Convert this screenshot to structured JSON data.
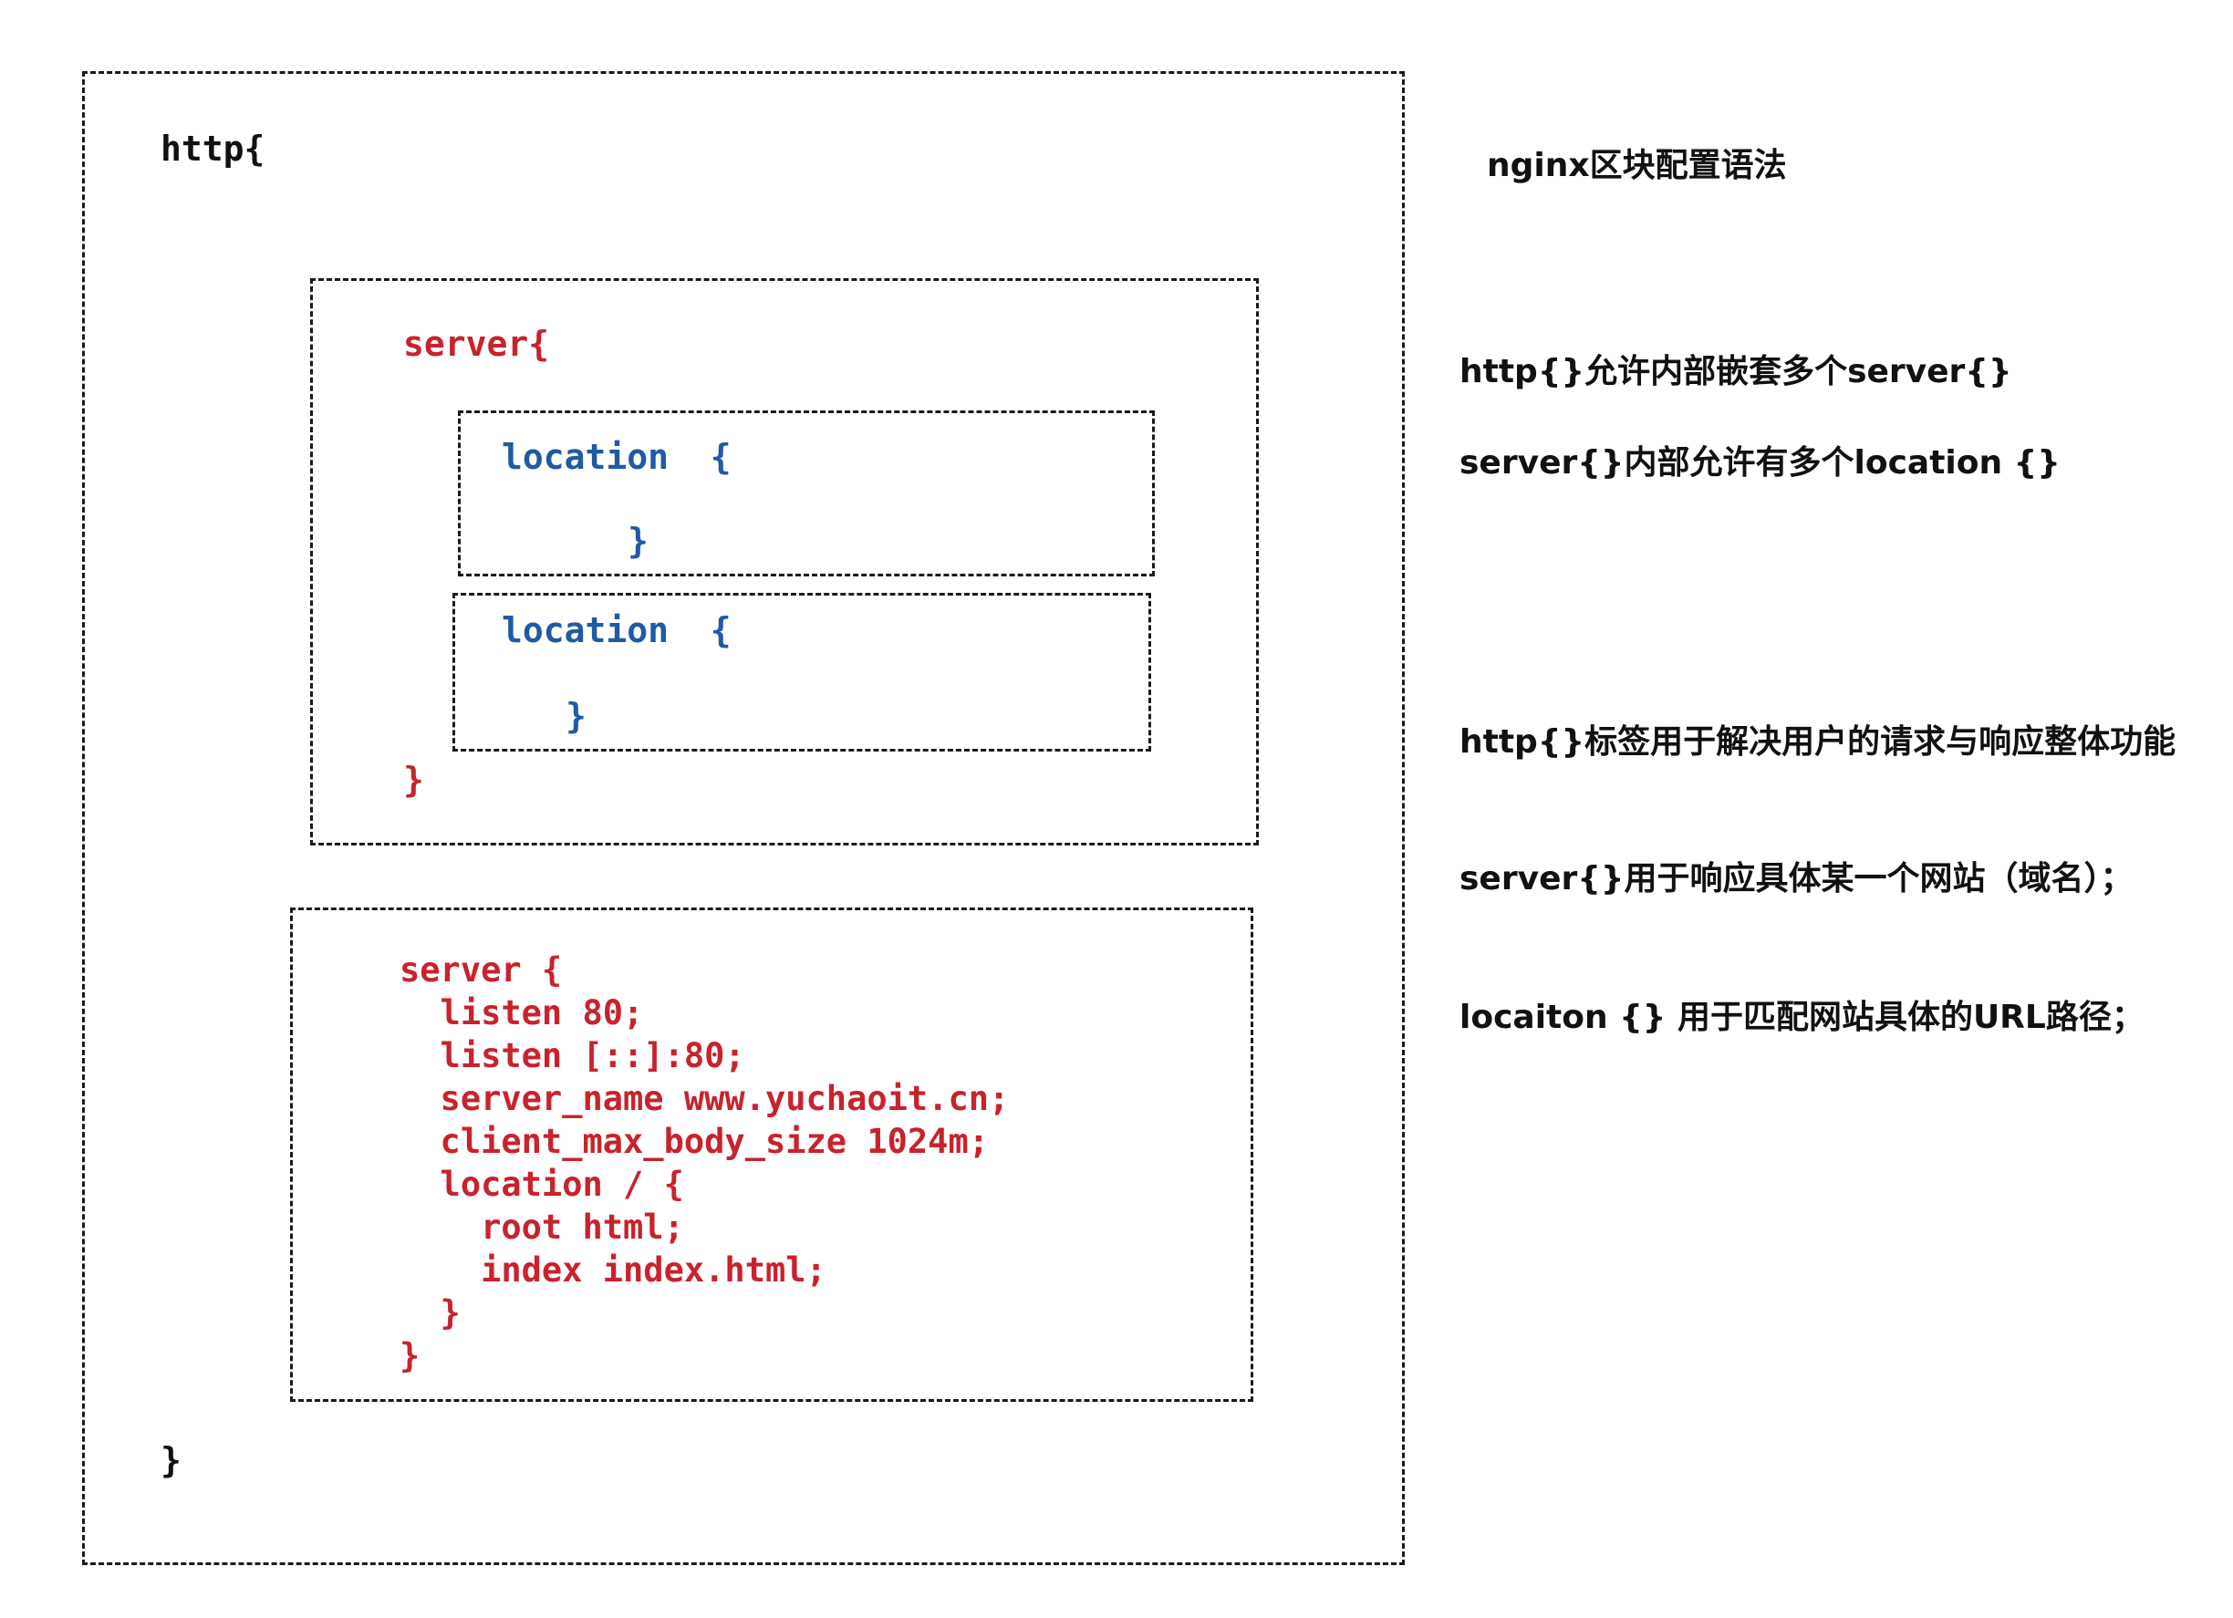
{
  "diagram": {
    "http_block": {
      "open": "http{",
      "close": "}"
    },
    "server_block_1": {
      "open": "server{",
      "close": "}",
      "locations": [
        {
          "open": "location  {",
          "close": "}"
        },
        {
          "open": "location  {",
          "close": "}"
        }
      ]
    },
    "server_block_2": {
      "lines": [
        "server {",
        "  listen 80;",
        "  listen [::]:80;",
        "  server_name www.yuchaoit.cn;",
        "  client_max_body_size 1024m;",
        "  location / {",
        "    root html;",
        "    index index.html;",
        "  }",
        "}"
      ]
    }
  },
  "notes": {
    "title": "nginx区块配置语法",
    "items": [
      "http{}允许内部嵌套多个server{}",
      "server{}内部允许有多个location {}",
      "http{}标签用于解决用户的请求与响应整体功能",
      "server{}用于响应具体某一个网站（域名）；",
      "locaiton {} 用于匹配网站具体的URL路径；"
    ]
  },
  "colors": {
    "http": "#111111",
    "server": "#c8232c",
    "location": "#1f5aa6",
    "border": "#1a1a1a"
  }
}
